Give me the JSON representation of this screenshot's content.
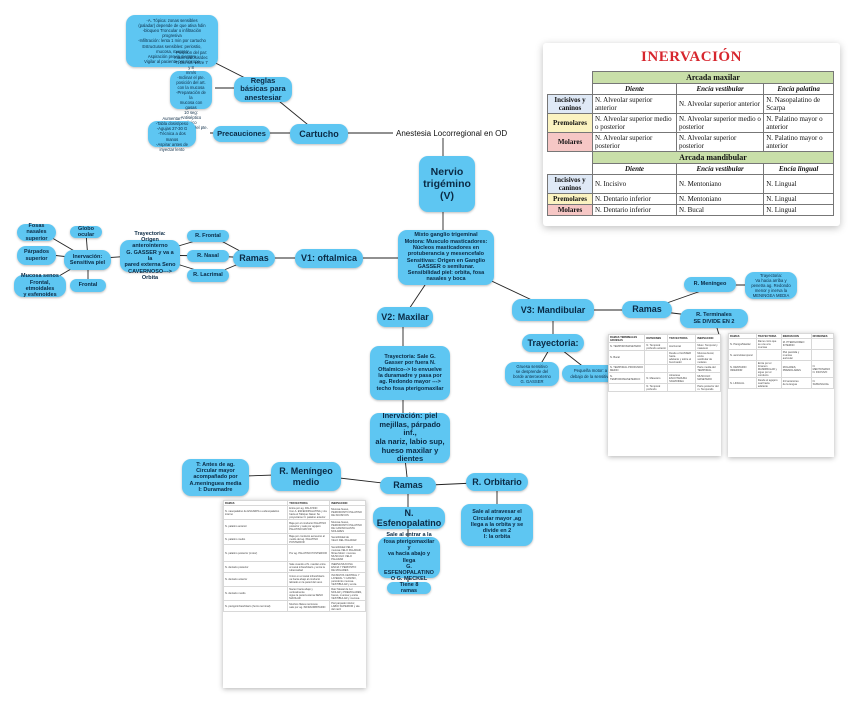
{
  "center": {
    "trigemino": "Nervio\ntrigémino (V)",
    "branch_label": "Anestesia Locorregional en OD",
    "mixto": "Mixto ganglio trigeminal\nMotora: Musculo masticadores:\nNúcleos masticadores en\nprotuberancia y mesencefalo\nSensitivas: Origen en Ganglio\nGASSER o semilunar.\nSensibilidad piel: orbita, fosa\nnasales y boca"
  },
  "cartucho": {
    "label": "Cartucho",
    "reglas": "Reglas\nbásicas para\nanestesiar",
    "precauciones": "Precauciones",
    "tecnica_note": "-A. Tópica: zonas sensibles\n(paladar) depende de que ativa hdin\n-bloqueo Troncular o infiltración\nprogresiva\n-Infiltración: lenta 1 min por cartucho\nEstructuras sensibles: periostio,\nmucosa, mucosa\nAspiración previa siempre\nVigilar al paciente por sincope",
    "reglas_note": "-Posición del par:\nmáxima/dosis/dec\n-T. Del art. entre 7 y 8\nmm/s\n-Inclinar el pte.\nposición del art.\ncon la mucosa\n-Preparación de la\nmucosa con gasas\n10 seg: Antiséptico\ntópico\n-Pinchazo del pte.",
    "precauciones_note": "Aumentar:\n-Tabla dosis/peso\n-Agujas 27-30 G\n-Técnica a dos manos\n-Aspirar antes de\ninyectar lento"
  },
  "v1": {
    "label": "V1: oftalmica",
    "ramas": "Ramas",
    "frontal": "R. Frontal",
    "nasal": "R. Nasal",
    "lacrimal": "R. Lacrimal",
    "trayectoria": "Trayectoria:\nOrigen anterointerno\nG. GASSER y va a la\npared externa Seno\nCAVERNOSO---> Orbita",
    "inervacion": "Inervación:\nSensitiva piel",
    "fosas": "Fosas nasales\nsuperior",
    "globo": "Globo ocular",
    "parpados": "Párpados\nsuperior",
    "mucosa": "Mucosa senos\nFrontal, etmoidales\ny esfenoides",
    "frontal_zone": "Frontal"
  },
  "v2": {
    "label": "V2: Maxilar",
    "trayectoria": "Trayectoria: Sale G.\nGasser por fuera N.\nOftalmico--> lo envuelve\nla duramadre y pasa por\nag. Redondo mayor --->\ntecho fosa pterigomaxilar",
    "inervacion": "Inervación: piel\nmejillas, párpado inf.,\nala nariz, labio sup,\nhueso maxilar y\ndientes",
    "ramas": "Ramas",
    "meningeo": "R. Meníngeo\nmedio",
    "meningeo_note": "T: Antes de ag.\nCircular mayor\nacompañado por\nA.meninguea media\nI: Duramadre",
    "orbitario": "R. Orbitario",
    "orbitario_note": "Sale al atravesar el\nCircular mayor ,ag\nllega a la orbita y se\ndivide en 2\nI: la orbita",
    "esfenopalatino": "N. Esfenopalatino",
    "esfeno_note": "Sale al entrar a la\nfosa pterigomaxilar y\nva hacia abajo y llega\nG. ESFENOPALATINO\nO G. MECKEL",
    "tiene": "Tiene 8 ramas"
  },
  "v3": {
    "label": "V3: Mandibular",
    "ramas": "Ramas",
    "meningeo": "R. Meníngeo",
    "meningeo_note": "Trayectoria:\nVa hacia arriba y\npenetra ag. Redondo\nmenor y inerva la\nMENINGEA MEDIA",
    "terminales": "R. Terminales\nSE DIVIDE EN 2",
    "trayectoria": "Trayectoria:",
    "gruesa": "Gruesa sensitivo\nse desprende del\nborde anteroexterno\nG. GASSER",
    "pequena": "Pequeña motor: a\ndebajo de la sensitiva"
  },
  "panel": {
    "title": "INERVACIÓN",
    "maxilar": {
      "section": "Arcada maxilar",
      "headers": [
        "Diente",
        "Encía vestibular",
        "Encía palatina"
      ],
      "rows": [
        {
          "label": "Incisivos y caninos",
          "color": "#dfe9f6",
          "cells": [
            "N. Alveolar superior anterior",
            "N. Alveolar superior anterior",
            "N. Nasopalatino de Scarpa"
          ]
        },
        {
          "label": "Premolares",
          "color": "#fbf3c1",
          "cells": [
            "N. Alveolar superior medio o posterior",
            "N. Alveolar superior medio o posterior",
            "N. Palatino mayor o anterior"
          ]
        },
        {
          "label": "Molares",
          "color": "#f6c7c5",
          "cells": [
            "N. Alveolar superior posterior",
            "N. Alveolar superior posterior",
            "N. Palatino mayor o anterior"
          ]
        }
      ]
    },
    "mandibular": {
      "section": "Arcada mandibular",
      "headers": [
        "Diente",
        "Encía vestibular",
        "Encía lingual"
      ],
      "rows": [
        {
          "label": "Incisivos y caninos",
          "color": "#dfe9f6",
          "cells": [
            "N. Incisivo",
            "N. Mentoniano",
            "N. Lingual"
          ]
        },
        {
          "label": "Premolares",
          "color": "#fbf3c1",
          "cells": [
            "N. Dentario inferior",
            "N. Mentoniano",
            "N. Lingual"
          ]
        },
        {
          "label": "Molares",
          "color": "#f6c7c5",
          "cells": [
            "N. Dentario inferior",
            "N. Bucal",
            "N. Lingual"
          ]
        }
      ]
    }
  },
  "thumb_left": {
    "headers": [
      "RAMAS",
      "TRAYECTORIA",
      "INERVACION"
    ],
    "rows": [
      [
        "N. nasopalatino de ESCARPA o esfenopalatino interno",
        "Entra por ag. PALATINO\nCon A. ESFENOPALATINA y vía\nhacia el Tabique Nasal. Se\nproyectarse N. palatino anterior",
        "Mucosa hueso,\nPERIODONTO PALATINO\nDE INCISIVOS"
      ],
      [
        "N. palatino anterior",
        "Baja por el conducto PALATINO\nposterior y sale por agujero\nPALATINO MAYOR",
        "Mucosa hueso,\nPERIODONTO PALATINO\nDE CANINO HASTA\nMOLARES"
      ],
      [
        "N. palatino medio",
        "Baja por conducto accesorio al\nmedio del ag. PALATINO\nPOSTERIOR",
        "Sensibilidad de\nVELO DEL PALADAR"
      ],
      [
        "N. palatino posterior (motor)",
        "Por ag. PALATINO POSTERIOR",
        "Sensibilidad VELO\nmucosa VELO PALADAR,\nfibras Motor: mucosa\nMUSCULO VELO PALADAR"
      ],
      [
        "N. dentario posterior",
        "Sale cuando el N. maxilar entra\nal canal infraorbitario y entra la\ntuberosidad",
        "INERVA MUCOSA\nENCIA Y PERIOSTIO\nDE MOLARES"
      ],
      [
        "N. dentario anterior",
        "Unico en el canal infraorbitario\nva hacia abajo al conducto\nlabrado en la pared del seno",
        "INCISIVOS CENTRAL Y\nLATERAL Y CANINO,\nperiodonto mucosa\nVESTIBULAR y encia"
      ],
      [
        "N. dentario medio",
        "Nacen hacia abajo y verticalmente\nsigue la pared externa SENO\nMAXILAR",
        "Raiz Mesial de 1er\nMOLAR y PREMOLARES,\nhueso, mucosa y encia\nVESTIBULAR y mucosa"
      ],
      [
        "N. pterigo/infraorbitario (horno terminal)",
        "Muchos filetes nerviosos\nsale por ag. INFRAORBITARIO",
        "Piel parpado inferior,\nLABIO SUPERIOR y ala\ndel nariz"
      ]
    ]
  },
  "thumb_mid": {
    "headers": [
      "RAMAS TERMINALES GRUESAS",
      "DIVISIONES",
      "TRAYECTORIA",
      "INERVACION"
    ],
    "rows": [
      [
        "N. TEMPOROMASETERO",
        "N. Temporal profundo anterior",
        "Horizontal",
        "Musc. Temporal y masetero"
      ],
      [
        "N. Bucal",
        "",
        "Desde el GASSER hacia\nadelante y sobre el\nbuccinador",
        "Mucosa bucal, encia\nvestibular de molares"
      ],
      [
        "N. TEMPORAL PROFUNDO MEDIO",
        "",
        "",
        "Parte media del TEMPORAL"
      ],
      [
        "N. TEMPOROMASETERICO",
        "N. Masetero",
        "Atraviesa ESCOTADURA SIGMOIDEA",
        "MUSCULO MASETERO"
      ],
      [
        "",
        "N. Temporal profundo",
        "",
        "Parte posterior del m. Temporalis"
      ]
    ]
  },
  "thumb_right": {
    "headers": [
      "RAMAS",
      "TRAYECTORIA",
      "INERVACION",
      "DIVISIONES"
    ],
    "rows": [
      [
        "N. Pterigo/Maxilar",
        "Ramo corto que\nse une a la\nmucosa",
        "M. PTERIGOIDEO INTERNO",
        ""
      ],
      [
        "N. auriculotemporal",
        "",
        "Piel parotida y\nmucosa\nauricular",
        ""
      ],
      [
        "N. DENTARIO INFERIOR",
        "Entra por el foramen\nMANDIBULAR y\nsigue por el conducto",
        "MOLARES,\nPREMOLARES",
        "N. MENTONIANO\nN. INCISIVO"
      ],
      [
        "N. LINGUAL",
        "Desde el agujero\noval hacia\nadelante",
        "2/3 anteriores\nde la lengua",
        "N. SUBLINGUAL"
      ]
    ]
  },
  "colors": {
    "node": "#5ec6f2",
    "line": "#222222",
    "title_red": "#d7262e",
    "section_green": "#c9dfa9"
  }
}
